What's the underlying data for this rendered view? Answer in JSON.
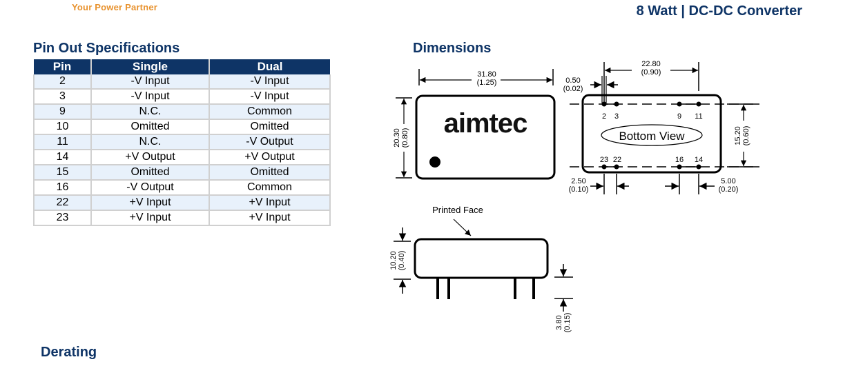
{
  "header": {
    "tagline": "Your Power Partner",
    "title": "8 Watt | DC-DC Converter",
    "tagline_color": "#e8922e",
    "title_color": "#0e3466"
  },
  "pinout": {
    "title": "Pin Out Specifications",
    "columns": [
      "Pin",
      "Single",
      "Dual"
    ],
    "rows": [
      {
        "pin": "2",
        "single": "-V Input",
        "dual": "-V Input"
      },
      {
        "pin": "3",
        "single": "-V Input",
        "dual": "-V Input"
      },
      {
        "pin": "9",
        "single": "N.C.",
        "dual": "Common"
      },
      {
        "pin": "10",
        "single": "Omitted",
        "dual": "Omitted"
      },
      {
        "pin": "11",
        "single": "N.C.",
        "dual": "-V Output"
      },
      {
        "pin": "14",
        "single": "+V Output",
        "dual": "+V Output"
      },
      {
        "pin": "15",
        "single": "Omitted",
        "dual": "Omitted"
      },
      {
        "pin": "16",
        "single": "-V Output",
        "dual": "Common"
      },
      {
        "pin": "22",
        "single": "+V Input",
        "dual": "+V Input"
      },
      {
        "pin": "23",
        "single": "+V Input",
        "dual": "+V Input"
      }
    ],
    "header_bg": "#0e3466",
    "alt_row_bg": "#e8f1fb"
  },
  "dimensions": {
    "title": "Dimensions",
    "top_view": {
      "logo": "aimtec",
      "width_mm": "31.80",
      "width_in": "(1.25)",
      "height_mm": "20.30",
      "height_in": "(0.80)"
    },
    "bottom_view": {
      "label": "Bottom View",
      "pin_span_mm": "22.80",
      "pin_span_in": "(0.90)",
      "pin_dia_mm": "0.50",
      "pin_dia_in": "(0.02)",
      "row_spacing_mm": "15.20",
      "row_spacing_in": "(0.60)",
      "pitch_mm": "2.50",
      "pitch_in": "(0.10)",
      "pitch2_mm": "5.00",
      "pitch2_in": "(0.20)",
      "top_pins": [
        "2",
        "3",
        "9",
        "11"
      ],
      "bottom_pins": [
        "23",
        "22",
        "16",
        "14"
      ]
    },
    "side_view": {
      "label": "Printed Face",
      "height_mm": "10.20",
      "height_in": "(0.40)",
      "pin_length_mm": "3.80",
      "pin_length_in": "(0.15)"
    }
  },
  "derating": {
    "title": "Derating"
  }
}
